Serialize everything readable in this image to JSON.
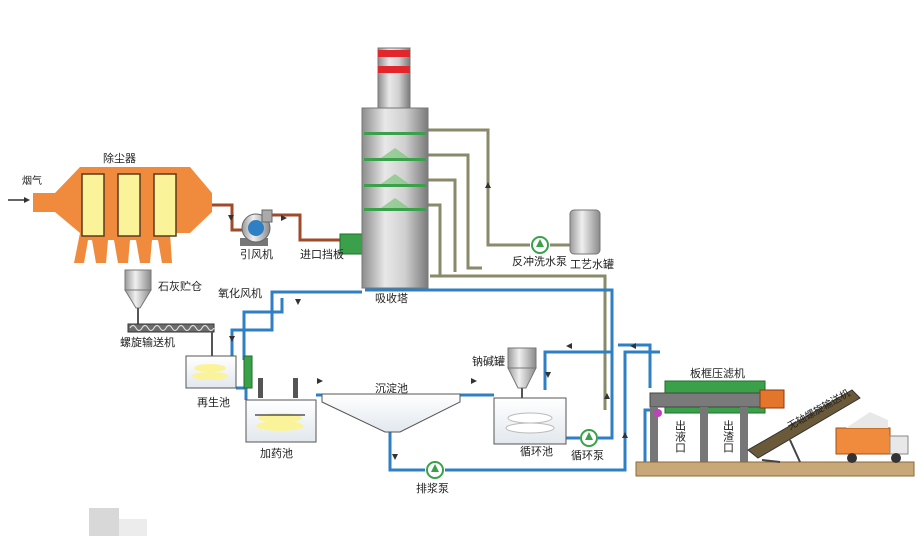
{
  "labels": {
    "flue_gas": "烟气",
    "dust_collector": "除尘器",
    "induced_fan": "引风机",
    "inlet_baffle": "进口挡板",
    "absorption_tower": "吸收塔",
    "backwash_pump": "反冲洗水泵",
    "process_water_tank": "工艺水罐",
    "lime_silo": "石灰贮仓",
    "oxidation_fan": "氧化风机",
    "screw_conveyor": "螺旋输送机",
    "regeneration_tank": "再生池",
    "dosing_tank": "加药池",
    "sedimentation_tank": "沉淀池",
    "slurry_pump": "排浆泵",
    "soda_tank": "钠碱罐",
    "circulation_tank": "循环池",
    "circulation_pump": "循环泵",
    "filter_press": "板框压滤机",
    "liquid_outlet": "出液口",
    "residue_outlet": "出渣口",
    "belt_conveyor": "无轴螺旋输送机"
  },
  "colors": {
    "dust_collector": "#f08a3c",
    "filter_bag": "#fbf39a",
    "chimney_red": "#e3262b",
    "pipe_blue": "#2e7fc4",
    "pipe_olive": "#8a8a6a",
    "filter_press_green": "#3aa14a",
    "truck_orange": "#f08a3c",
    "ground": "#c8a878"
  }
}
